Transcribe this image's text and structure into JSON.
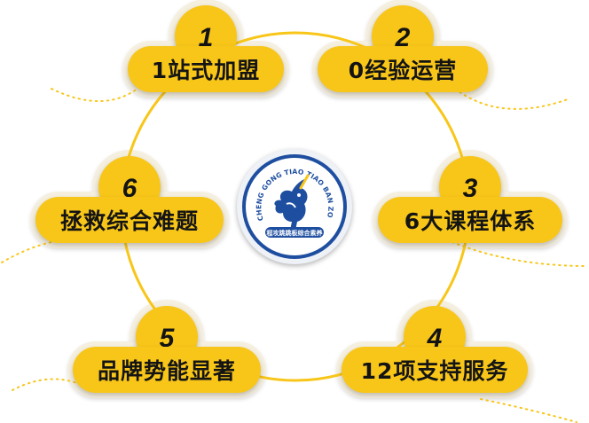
{
  "logo": {
    "ring_text": "CHENG GONG TIAO TIAO BAN ZONG HE SU YANG",
    "brand_text": "程攻跳跳板综合素养",
    "ring_color": "#1e4ea0",
    "mascot": "unicorn-icon"
  },
  "items": [
    {
      "number": "1",
      "label": "1站式加盟"
    },
    {
      "number": "2",
      "label": "0经验运营"
    },
    {
      "number": "3",
      "label": "6大课程体系"
    },
    {
      "number": "4",
      "label": "12项支持服务"
    },
    {
      "number": "5",
      "label": "品牌势能显著"
    },
    {
      "number": "6",
      "label": "拯救综合难题"
    }
  ],
  "colors": {
    "accent": "#f8c619",
    "ring_line": "#f8c619",
    "text": "#141414"
  }
}
